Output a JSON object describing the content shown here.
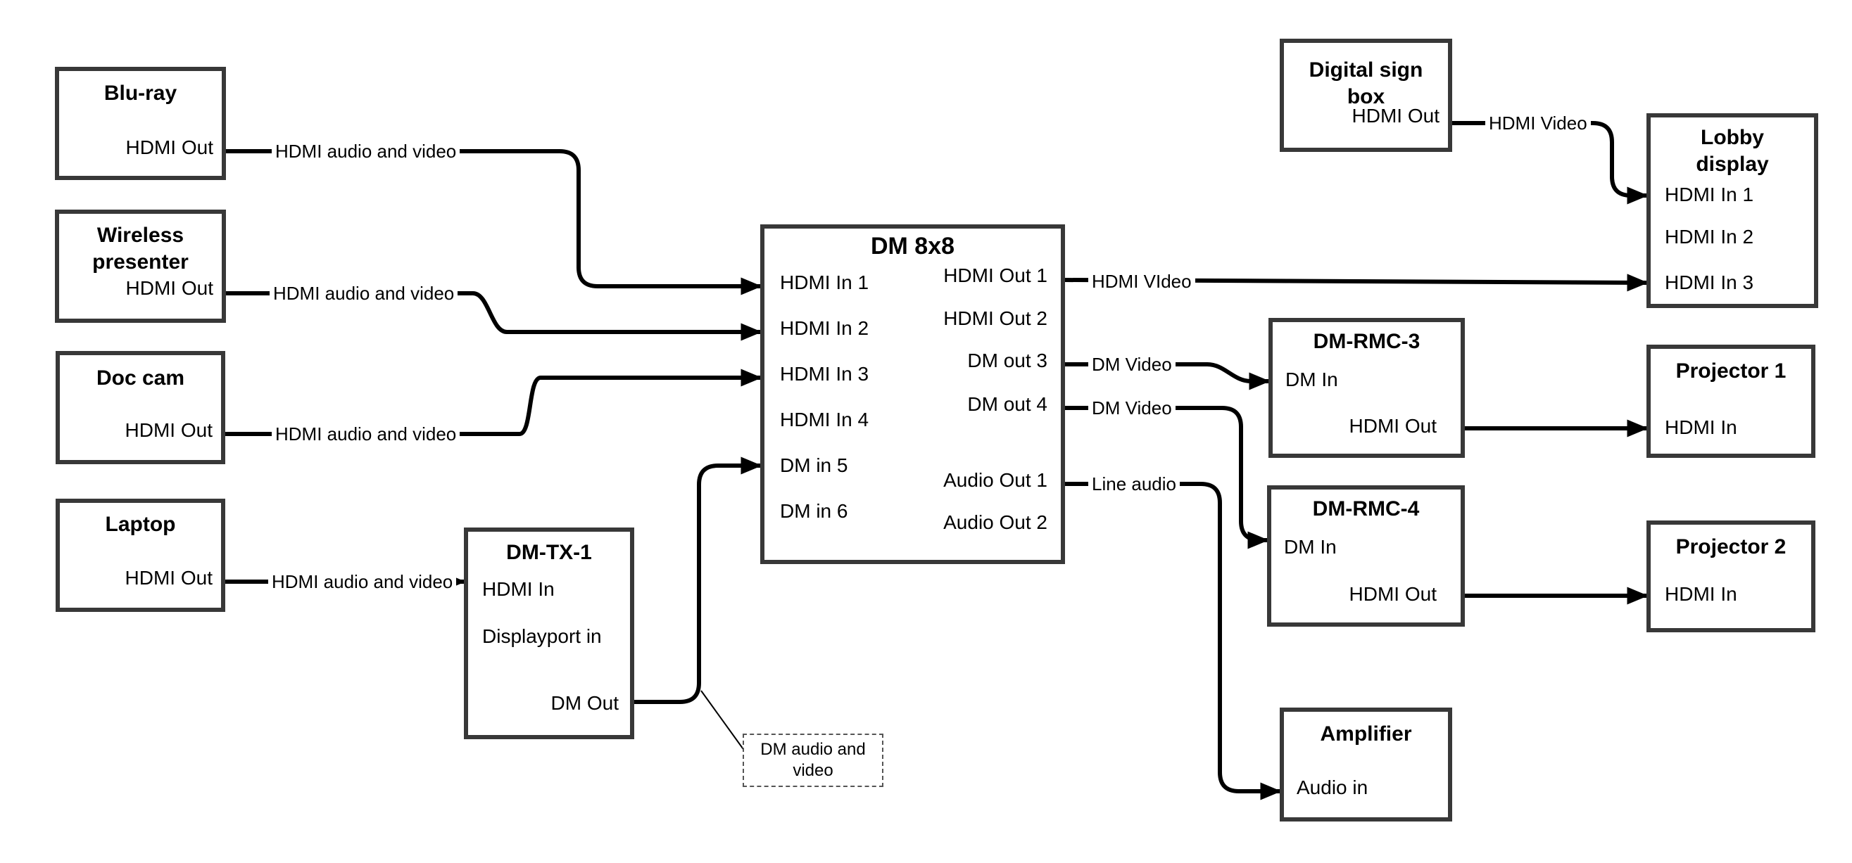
{
  "colors": {
    "line": "#000000",
    "box_border": "#383838",
    "background": "#ffffff"
  },
  "nodes": {
    "bluray": {
      "title": "Blu-ray",
      "port_hdmi_out": "HDMI Out"
    },
    "wireless": {
      "title_line1": "Wireless",
      "title_line2": "presenter",
      "port_hdmi_out": "HDMI Out"
    },
    "doccam": {
      "title": "Doc cam",
      "port_hdmi_out": "HDMI Out"
    },
    "laptop": {
      "title": "Laptop",
      "port_hdmi_out": "HDMI Out"
    },
    "dmtx1": {
      "title": "DM-TX-1",
      "port_hdmi_in": "HDMI In",
      "port_displayport_in": "Displayport in",
      "port_dm_out": "DM Out"
    },
    "dm8x8": {
      "title": "DM 8x8",
      "inputs": [
        "HDMI In 1",
        "HDMI In 2",
        "HDMI In 3",
        "HDMI In 4",
        "DM in 5",
        "DM in 6"
      ],
      "outputs": [
        "HDMI Out 1",
        "HDMI Out 2",
        "DM out 3",
        "DM out 4",
        "Audio Out 1",
        "Audio Out 2"
      ]
    },
    "digital_sign": {
      "title_line1": "Digital sign",
      "title_line2": "box",
      "port_hdmi_out": "HDMI Out"
    },
    "lobby": {
      "title_line1": "Lobby",
      "title_line2": "display",
      "inputs": [
        "HDMI In 1",
        "HDMI In 2",
        "HDMI In 3"
      ]
    },
    "dmrmc3": {
      "title": "DM-RMC-3",
      "port_dm_in": "DM In",
      "port_hdmi_out": "HDMI Out"
    },
    "dmrmc4": {
      "title": "DM-RMC-4",
      "port_dm_in": "DM In",
      "port_hdmi_out": "HDMI Out"
    },
    "proj1": {
      "title": "Projector 1",
      "port_hdmi_in": "HDMI In"
    },
    "proj2": {
      "title": "Projector 2",
      "port_hdmi_in": "HDMI In"
    },
    "amplifier": {
      "title": "Amplifier",
      "port_audio_in": "Audio in"
    }
  },
  "connection_labels": {
    "bluray": "HDMI audio and video",
    "wireless": "HDMI audio and video",
    "doccam": "HDMI audio and video",
    "laptop": "HDMI audio and video",
    "hdmi_out1": "HDMI VIdeo",
    "dm_out3": "DM Video",
    "dm_out4": "DM Video",
    "audio_out1": "Line audio",
    "digital_sign": "HDMI Video"
  },
  "callout": {
    "line1": "DM audio and",
    "line2": "video"
  }
}
